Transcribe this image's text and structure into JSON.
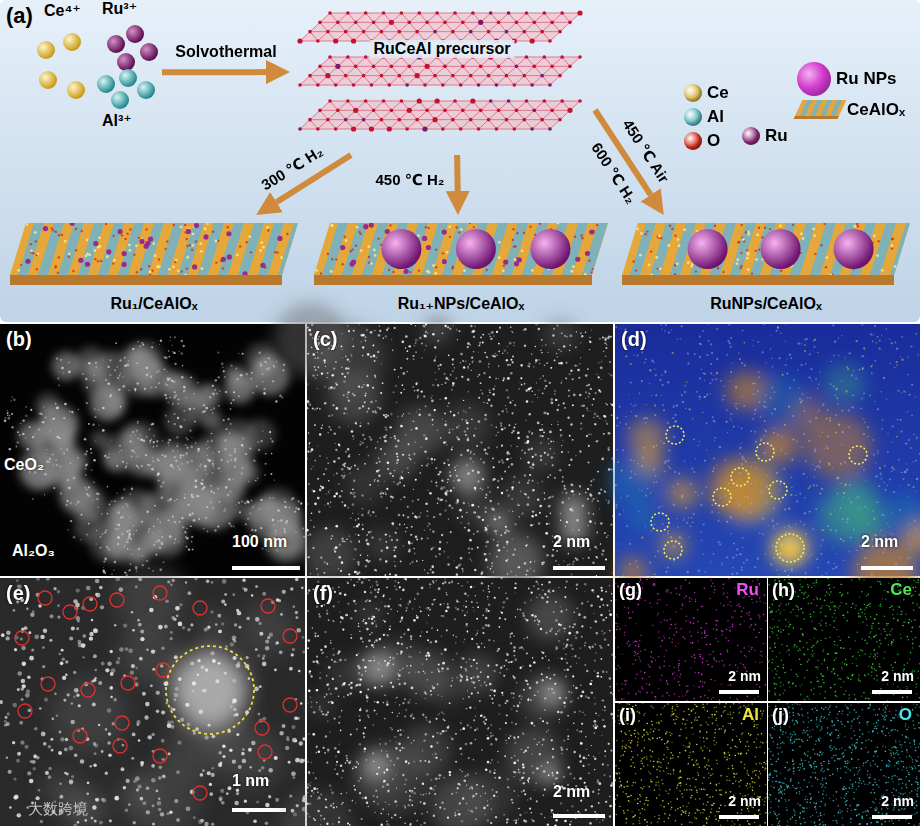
{
  "diagram": {
    "nodes": [
      {
        "text": [
          "(a)"
        ]
      },
      {
        "text": [
          "Ce⁴⁺",
          "Ru³⁺",
          "Al³⁺"
        ],
        "in": 0
      },
      {
        "text": [
          "RuCeAl precursor"
        ],
        "in": 0
      },
      {
        "text": [
          "Ru₁/CeAlOₓ"
        ],
        "in": 0
      },
      {
        "text": [
          "Ru₁₊NPs/CeAlOₓ"
        ],
        "in": 0
      },
      {
        "text": [
          "RuNPs/CeAlOₓ"
        ],
        "in": 0
      },
      {
        "text": [
          "(b)",
          "CeO₂",
          "Al₂O₃",
          "100 nm"
        ]
      },
      {
        "text": [
          "(c)",
          "2 nm"
        ]
      },
      {
        "text": [
          "(d)",
          "2 nm"
        ]
      },
      {
        "text": [
          "(e)",
          "1 nm"
        ]
      },
      {
        "text": [
          "(f)",
          "2 nm"
        ]
      },
      {
        "text": [
          "(g)",
          "Ru",
          "2 nm"
        ]
      },
      {
        "text": [
          "(h)",
          "Ce",
          "2 nm"
        ]
      },
      {
        "text": [
          "(i)",
          "Al",
          "2 nm"
        ]
      },
      {
        "text": [
          "(j)",
          "O",
          "2 nm"
        ]
      }
    ],
    "edges": [
      {
        "from": 1,
        "to": 2,
        "arrow": "to",
        "label": "Solvothermal"
      },
      {
        "from": 2,
        "to": 3,
        "arrow": "to",
        "label": "300 ℃ H₂"
      },
      {
        "from": 2,
        "to": 4,
        "arrow": "to",
        "label": "450 ℃ H₂"
      },
      {
        "from": 2,
        "to": 5,
        "arrow": "to",
        "label": "450 ℃ Air"
      }
    ],
    "labels": [
      "600 ℃ H₂",
      "大数跨境"
    ],
    "legend": [
      {
        "text": "Ce",
        "color": "#d8b848"
      },
      {
        "text": "Al",
        "color": "#5ab8bc"
      },
      {
        "text": "O",
        "color": "#d42a1a"
      },
      {
        "text": "Ru",
        "color": "#8a2a78"
      },
      {
        "text": "Ru NPs"
      },
      {
        "text": "CeAlOₓ"
      }
    ]
  }
}
